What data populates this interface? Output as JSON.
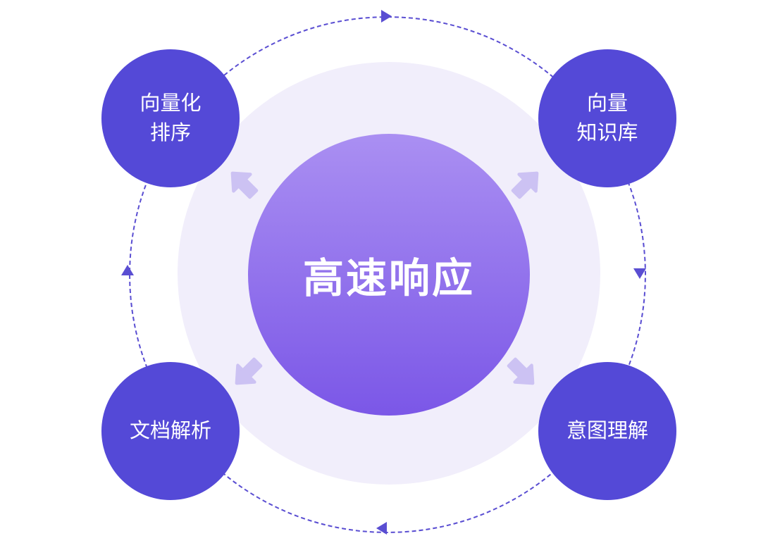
{
  "diagram": {
    "center": {
      "label": "高速响应"
    },
    "satellites": [
      {
        "position": "top-left",
        "lines": [
          "向量化",
          "排序"
        ]
      },
      {
        "position": "top-right",
        "lines": [
          "向量",
          "知识库"
        ]
      },
      {
        "position": "bottom-left",
        "lines": [
          "文档解析"
        ]
      },
      {
        "position": "bottom-right",
        "lines": [
          "意图理解"
        ]
      }
    ],
    "orbit": {
      "style": "dashed-circle",
      "direction": "clockwise",
      "arrowhead_positions": [
        "top",
        "right",
        "bottom",
        "left"
      ]
    },
    "colors": {
      "background": "#ffffff",
      "satellite_fill": "#5449d7",
      "center_gradient_top": "#aa8ff2",
      "center_gradient_bottom": "#7b57e7",
      "halo_fill": "#f1eefb",
      "orbit_stroke": "#5a4ed2",
      "outward_arrow": "#ccc2f3",
      "text": "#ffffff"
    }
  }
}
